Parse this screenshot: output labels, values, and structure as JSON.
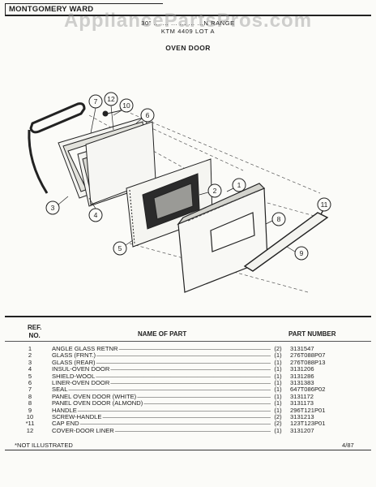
{
  "header": {
    "brand": "MONTGOMERY WARD",
    "watermark": "AppliancePartsPros.com",
    "line1": "30\" ... ... ... ... ... ...N RANGE",
    "line2": "KTM 4409 LOT A",
    "section_title": "OVEN DOOR"
  },
  "diagram": {
    "callouts": [
      "1",
      "2",
      "3",
      "4",
      "5",
      "6",
      "7",
      "8",
      "9",
      "10",
      "11",
      "12"
    ]
  },
  "parts_table": {
    "col_ref_line1": "REF.",
    "col_ref_line2": "NO.",
    "col_name": "NAME OF PART",
    "col_part_number": "PART NUMBER",
    "rows": [
      {
        "ref": "1",
        "name": "ANGLE GLASS RETNR",
        "qty": "(2)",
        "part_no": "3131547"
      },
      {
        "ref": "2",
        "name": "GLASS (FRNT.)",
        "qty": "(1)",
        "part_no": "276T088P07"
      },
      {
        "ref": "3",
        "name": "GLASS (REAR)",
        "qty": "(1)",
        "part_no": "276T088P13"
      },
      {
        "ref": "4",
        "name": "INSUL-OVEN DOOR",
        "qty": "(1)",
        "part_no": "3131206"
      },
      {
        "ref": "5",
        "name": "SHIELD-WOOL",
        "qty": "(1)",
        "part_no": "3131286"
      },
      {
        "ref": "6",
        "name": "LINER-OVEN DOOR",
        "qty": "(1)",
        "part_no": "3131383"
      },
      {
        "ref": "7",
        "name": "SEAL",
        "qty": "(1)",
        "part_no": "647T086P02"
      },
      {
        "ref": "8",
        "name": "PANEL OVEN DOOR (WHITE)",
        "qty": "(1)",
        "part_no": "3131172"
      },
      {
        "ref": "8",
        "name": "PANEL OVEN DOOR (ALMOND)",
        "qty": "(1)",
        "part_no": "3131173"
      },
      {
        "ref": "9",
        "name": "HANDLE",
        "qty": "(1)",
        "part_no": "296T121P01"
      },
      {
        "ref": "10",
        "name": "SCREW-HANDLE",
        "qty": "(2)",
        "part_no": "3131213"
      },
      {
        "ref": "*11",
        "name": "CAP END",
        "qty": "(2)",
        "part_no": "123T123P01"
      },
      {
        "ref": "12",
        "name": "COVER-DOOR LINER",
        "qty": "(1)",
        "part_no": "3131207"
      }
    ]
  },
  "footer": {
    "note": "*NOT ILLUSTRATED",
    "date": "4/87"
  }
}
